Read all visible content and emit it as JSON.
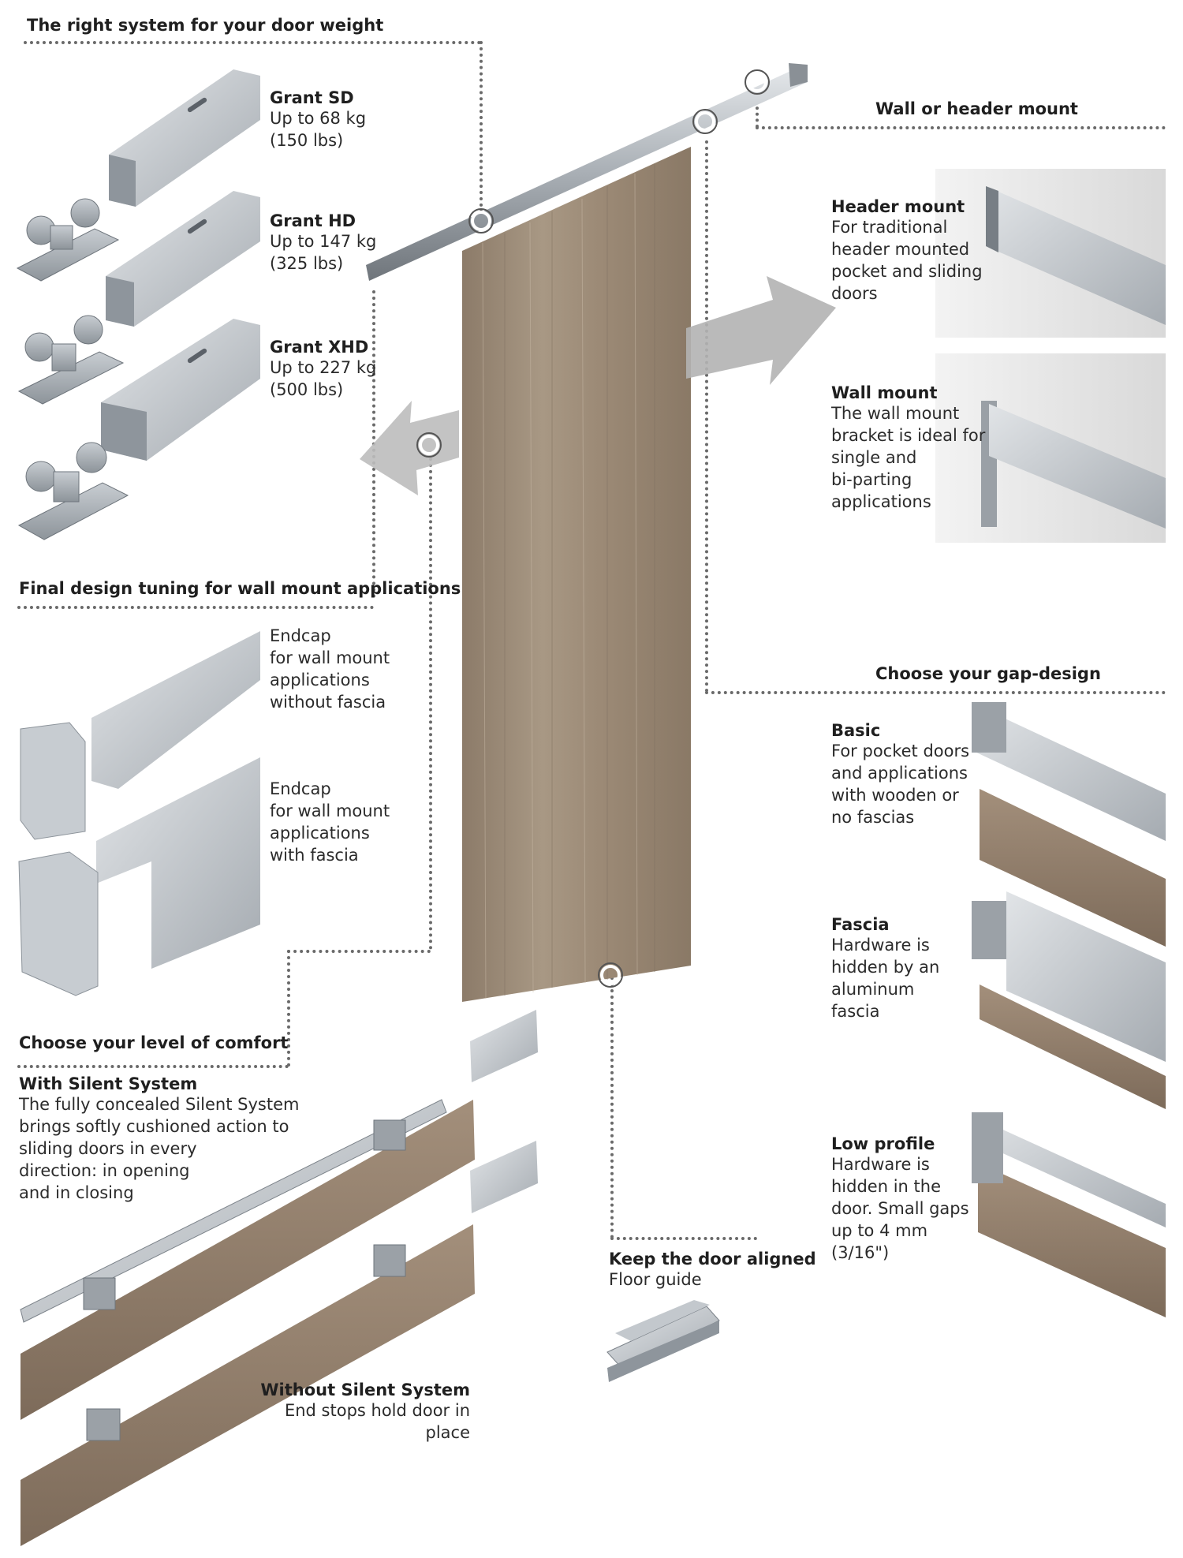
{
  "sections": {
    "door_weight": {
      "heading": "The right system for your door weight",
      "systems": [
        {
          "name": "Grant SD",
          "desc": "Up to 68 kg\n(150 lbs)"
        },
        {
          "name": "Grant HD",
          "desc": "Up to 147 kg\n(325 lbs)"
        },
        {
          "name": "Grant XHD",
          "desc": "Up to 227 kg\n(500 lbs)"
        }
      ]
    },
    "mount": {
      "heading": "Wall or header mount",
      "options": [
        {
          "name": "Header mount",
          "desc": "For traditional\nheader mounted\npocket and sliding\ndoors"
        },
        {
          "name": "Wall mount",
          "desc": "The wall mount\nbracket is ideal for\nsingle and\nbi-parting\napplications"
        }
      ]
    },
    "design_tuning": {
      "heading": "Final design tuning for wall mount applications",
      "endcaps": [
        {
          "desc": "Endcap\nfor wall mount\napplications\nwithout fascia"
        },
        {
          "desc": "Endcap\nfor wall mount\napplications\nwith fascia"
        }
      ]
    },
    "gap_design": {
      "heading": "Choose your gap-design",
      "options": [
        {
          "name": "Basic",
          "desc": "For pocket doors\nand applications\nwith wooden or\nno fascias"
        },
        {
          "name": "Fascia",
          "desc": "Hardware is\nhidden by an\naluminum\nfascia"
        },
        {
          "name": "Low profile",
          "desc": "Hardware is\nhidden in the\ndoor. Small gaps\nup to 4 mm\n(3/16\")"
        }
      ]
    },
    "comfort": {
      "heading": "Choose your level of comfort",
      "with_silent": {
        "name": "With Silent System",
        "desc": "The fully concealed Silent System\nbrings softly cushioned action to\nsliding doors in every\ndirection: in opening\nand in closing"
      },
      "without_silent": {
        "name": "Without Silent System",
        "desc": "End stops hold door in\nplace"
      }
    },
    "alignment": {
      "heading": "Keep the door aligned",
      "desc": "Floor guide"
    }
  },
  "colors": {
    "aluminum": "#b9bec3",
    "wood": "#9a8a78",
    "dotted_line": "#6a6a6a",
    "arrow": "#b5b5b5"
  }
}
